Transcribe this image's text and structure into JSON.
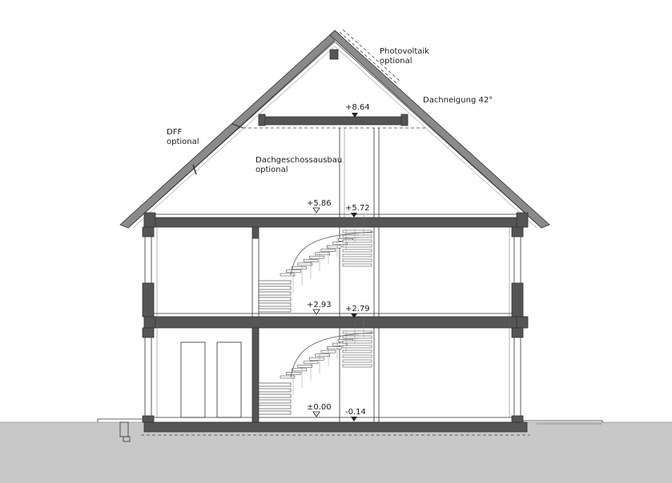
{
  "annotations": {
    "photovoltaik": "Photovoltaik",
    "photovoltaik_sub": "optional",
    "dachneigung": "Dachneigung 42°",
    "dff": "DFF",
    "dff_sub": "optional",
    "dachgeschoss": "Dachgeschossausbau",
    "dachgeschoss_sub": "optional"
  },
  "levels": {
    "ridge_beam": "+8.64",
    "attic_floor_left": "+5.86",
    "attic_floor_right": "+5.72",
    "upper_floor_left": "+2.93",
    "upper_floor_right": "+2.79",
    "ground_floor_left": "±0.00",
    "ground_floor_right": "-0.14"
  },
  "colors": {
    "ground": "#c8c8c8",
    "wall": "#555555",
    "line": "#333333",
    "roof_tile": "#808080"
  }
}
